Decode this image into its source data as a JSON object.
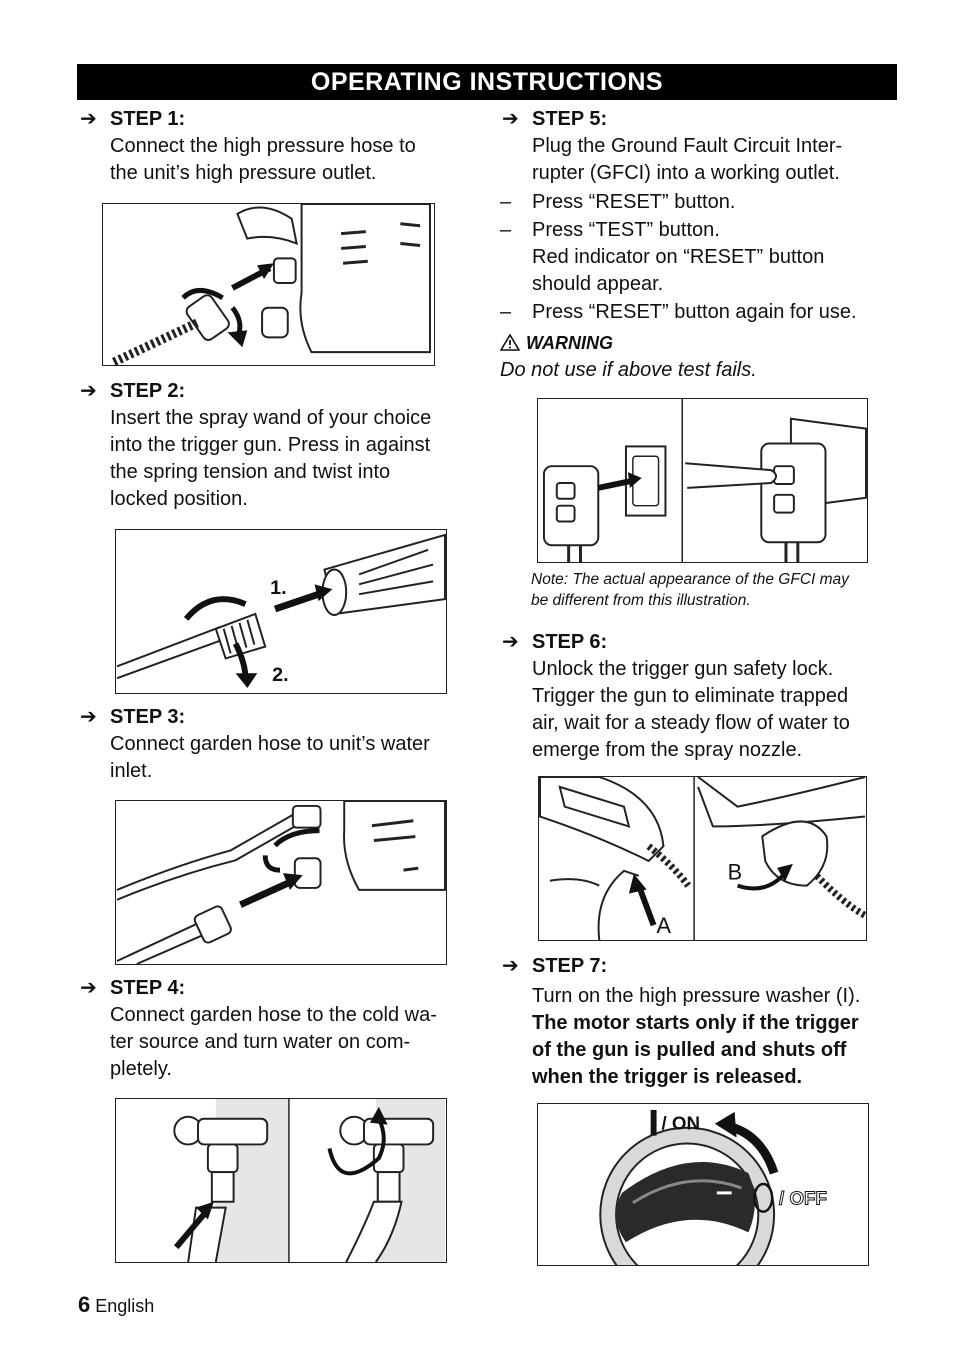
{
  "header": {
    "title": "OPERATING INSTRUCTIONS"
  },
  "steps": {
    "s1": {
      "label": "STEP 1:",
      "text": [
        "Connect the high pressure hose to",
        "the unit’s high pressure outlet."
      ]
    },
    "s2": {
      "label": "STEP 2:",
      "text": [
        "Insert the spray wand of your choice",
        "into the trigger gun. Press in against",
        "the spring tension and twist into",
        "locked position."
      ],
      "fig_labels": [
        "1.",
        "2."
      ]
    },
    "s3": {
      "label": "STEP 3:",
      "text": [
        "Connect garden hose to unit’s water",
        "inlet."
      ]
    },
    "s4": {
      "label": "STEP 4:",
      "text": [
        "Connect garden hose to the cold wa-",
        "ter source and turn water on com-",
        "pletely."
      ]
    },
    "s5": {
      "label": "STEP 5:",
      "text": [
        "Plug the Ground Fault Circuit Inter-",
        "rupter (GFCI) into a working outlet."
      ],
      "items": [
        {
          "dash": "–",
          "lines": [
            "Press “RESET” button."
          ]
        },
        {
          "dash": "–",
          "lines": [
            "Press “TEST” button.",
            "Red indicator on “RESET” button",
            "should appear."
          ]
        },
        {
          "dash": "–",
          "lines": [
            "Press “RESET” button again for use."
          ]
        }
      ],
      "warning_title": "WARNING",
      "warning_text": "Do not use if above test fails.",
      "note": [
        "Note: The actual appearance of the GFCI may",
        "be different from this illustration."
      ]
    },
    "s6": {
      "label": "STEP 6:",
      "text": [
        "Unlock the trigger gun safety lock.",
        "Trigger the gun to eliminate trapped",
        "air, wait for a steady flow of water to",
        "emerge from the spray nozzle."
      ],
      "fig_labels": [
        "A",
        "B"
      ]
    },
    "s7": {
      "label": "STEP 7:",
      "text": [
        "Turn on the high pressure washer (I)."
      ],
      "bold_text": [
        "The motor starts only if the trigger",
        "of the gun is pulled and shuts off",
        "when the trigger is released."
      ],
      "fig_labels": {
        "on": "/ ON",
        "off": "/ OFF"
      }
    }
  },
  "icons": {
    "step_arrow": "arrow-right-icon",
    "warning": "warning-triangle-icon"
  },
  "footer": {
    "page": "6",
    "language": "English"
  }
}
